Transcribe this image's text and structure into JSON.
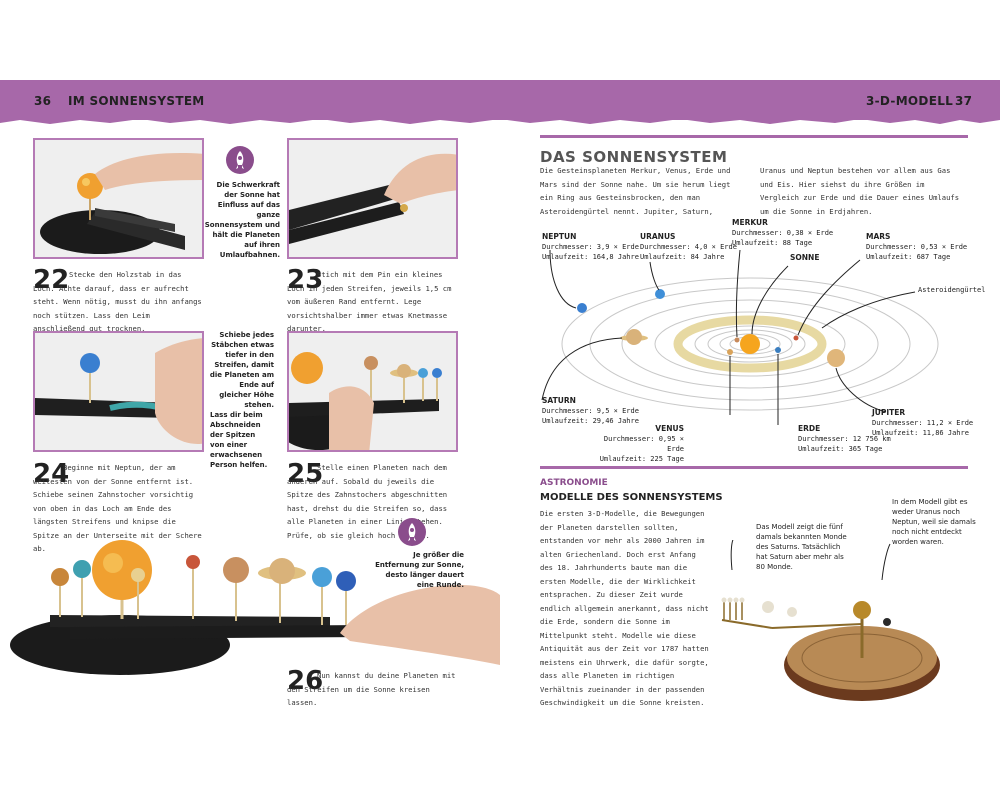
{
  "header": {
    "left_page_number": "36",
    "left_title": "IM SONNENSYSTEM",
    "right_title": "3-D-MODELL",
    "right_page_number": "37",
    "accent_color": "#a768a9"
  },
  "steps": [
    {
      "number": "22",
      "text": "Stecke den Holzstab in das Loch. Achte darauf, dass er aufrecht steht. Wenn nötig, musst du ihn anfangs noch stützen. Lass den Leim anschließend gut trocknen."
    },
    {
      "number": "23",
      "text": "Stich mit dem Pin ein kleines Loch in jeden Streifen, jeweils 1,5 cm vom äußeren Rand entfernt. Lege vorsichtshalber immer etwas Knetmasse darunter."
    },
    {
      "number": "24",
      "text": "Beginne mit Neptun, der am weitesten von der Sonne entfernt ist. Schiebe seinen Zahnstocher vorsichtig von oben in das Loch am Ende des längsten Streifens und knipse die Spitze an der Unterseite mit der Schere ab."
    },
    {
      "number": "25",
      "text": "Stelle einen Planeten nach dem anderen auf. Sobald du jeweils die Spitze des Zahnstochers abgeschnitten hast, drehst du die Streifen so, dass alle Planeten in einer Linie stehen. Prüfe, ob sie gleich hoch liegen."
    },
    {
      "number": "26",
      "text": "Nun kannst du deine Planeten mit den Streifen um die Sonne kreisen lassen."
    }
  ],
  "callouts": {
    "gravity": "Die Schwerkraft der Sonne hat Einfluss auf das ganze Sonnensystem und hält die Planeten auf ihren Umlaufbahnen.",
    "push_sticks": "Schiebe jedes Stäbchen etwas tiefer in den Streifen, damit die Planeten am Ende auf gleicher Höhe stehen.",
    "cut_tips": "Lass dir beim Abschneiden der Spitzen von einer erwachsenen Person helfen.",
    "distance": "Je größer die Entfernung zur Sonne, desto länger dauert eine Runde."
  },
  "solar_system": {
    "title": "DAS SONNENSYSTEM",
    "intro_left": "Die Gesteinsplaneten Merkur, Venus, Erde und Mars sind der Sonne nahe. Um sie herum liegt ein Ring aus Gesteinsbrocken, den man Asteroidengürtel nennt. Jupiter, Saturn,",
    "intro_right": "Uranus und Neptun bestehen vor allem aus Gas und Eis. Hier siehst du ihre Größen im Vergleich zur Erde und die Dauer eines Umlaufs um die Sonne in Erdjahren.",
    "planets": [
      {
        "name": "NEPTUN",
        "diameter": "Durchmesser: 3,9 × Erde",
        "orbit": "Umlaufzeit: 164,8 Jahre",
        "color": "#3a7fd0"
      },
      {
        "name": "URANUS",
        "diameter": "Durchmesser: 4,0 × Erde",
        "orbit": "Umlaufzeit: 84 Jahre",
        "color": "#3f8fd8"
      },
      {
        "name": "MERKUR",
        "diameter": "Durchmesser: 0,38 × Erde",
        "orbit": "Umlaufzeit: 88 Tage",
        "color": "#c88a5a"
      },
      {
        "name": "MARS",
        "diameter": "Durchmesser: 0,53 × Erde",
        "orbit": "Umlaufzeit: 687 Tage",
        "color": "#c8563a"
      },
      {
        "name": "SATURN",
        "diameter": "Durchmesser: 9,5 × Erde",
        "orbit": "Umlaufzeit: 29,46 Jahre",
        "color": "#d9b27a"
      },
      {
        "name": "VENUS",
        "diameter": "Durchmesser: 0,95 × Erde",
        "orbit": "Umlaufzeit: 225 Tage",
        "color": "#d9a35a"
      },
      {
        "name": "ERDE",
        "diameter": "Durchmesser: 12 756 km",
        "orbit": "Umlaufzeit: 365 Tage",
        "color": "#3a7ec0"
      },
      {
        "name": "JUPITER",
        "diameter": "Durchmesser: 11,2 × Erde",
        "orbit": "Umlaufzeit: 11,86 Jahre",
        "color": "#e0b67a"
      }
    ],
    "sun_label": "SONNE",
    "belt_label": "Asteroidengürtel"
  },
  "astronomy": {
    "kicker": "ASTRONOMIE",
    "title": "MODELLE DES SONNENSYSTEMS",
    "body": "Die ersten 3-D-Modelle, die Bewegungen der Planeten darstellen sollten, entstanden vor mehr als 2000 Jahren im alten Griechenland. Doch erst Anfang des 18. Jahrhunderts baute man die ersten Modelle, die der Wirklichkeit entsprachen. Zu dieser Zeit wurde endlich allgemein anerkannt, dass nicht die Erde, sondern die Sonne im Mittelpunkt steht. Modelle wie diese Antiquität aus der Zeit vor 1787 hatten meistens ein Uhrwerk, die dafür sorgte, dass alle Planeten im richtigen Verhältnis zueinander in der passenden Geschwindigkeit um die Sonne kreisten.",
    "callout_moons": "Das Modell zeigt die fünf damals bekannten Monde des Saturns. Tatsächlich hat Saturn aber mehr als 80 Monde.",
    "callout_uranus": "In dem Modell gibt es weder Uranus noch Neptun, weil sie damals noch nicht entdeckt worden waren."
  }
}
